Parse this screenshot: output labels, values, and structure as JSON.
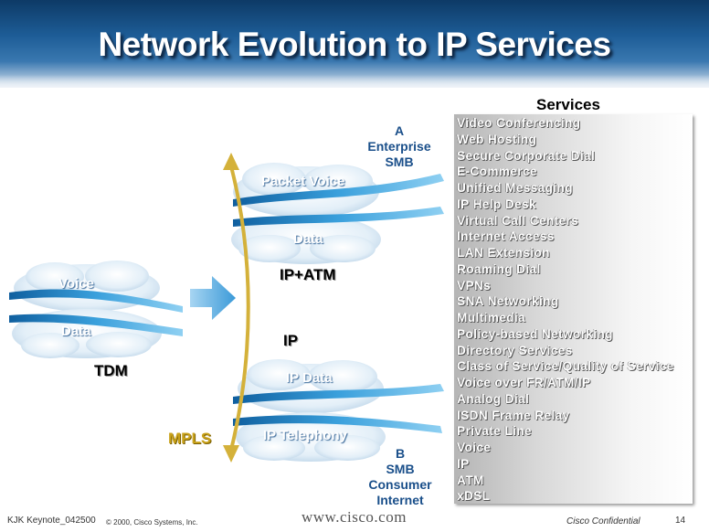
{
  "header": {
    "title": "Network Evolution to IP Services"
  },
  "diagram": {
    "left_clouds": {
      "voice": "Voice",
      "data": "Data"
    },
    "tdm": "TDM",
    "mpls": "MPLS",
    "ip_atm": "IP+ATM",
    "ip": "IP",
    "top_clouds": {
      "packet_voice": "Packet Voice",
      "data": "Data"
    },
    "bottom_clouds": {
      "ip_data": "IP Data",
      "ip_telephony": "IP Telephony"
    },
    "segment_a": {
      "letter": "A",
      "line1": "Enterprise",
      "line2": "SMB"
    },
    "segment_b": {
      "letter": "B",
      "line1": "SMB",
      "line2": "Consumer",
      "line3": "Internet"
    }
  },
  "services": {
    "title": "Services",
    "items": [
      "Video Conferencing",
      "Web Hosting",
      "Secure Corporate Dial",
      "E-Commerce",
      "Unified Messaging",
      "IP Help Desk",
      "Virtual Call Centers",
      "Internet Access",
      "LAN Extension",
      "Roaming Dial",
      "VPNs",
      "SNA Networking",
      "Multimedia",
      "Policy-based Networking",
      "Directory Services",
      "Class of Service/Quality of Service",
      "Voice over FR/ATM/IP",
      "Analog Dial",
      "ISDN Frame Relay",
      "Private Line",
      "Voice",
      "IP",
      "ATM",
      "xDSL"
    ]
  },
  "footer": {
    "keynote": "KJK Keynote_042500",
    "copyright": "© 2000, Cisco Systems, Inc.",
    "website": "www.cisco.com",
    "confidential": "Cisco Confidential",
    "page_number": "14"
  },
  "colors": {
    "header_dark": "#0d3a66",
    "stream_blue": "#2a88c8",
    "cloud": "#dcecf7",
    "arrow_gold": "#d4b13a",
    "label_blue": "#1a4f8a"
  }
}
